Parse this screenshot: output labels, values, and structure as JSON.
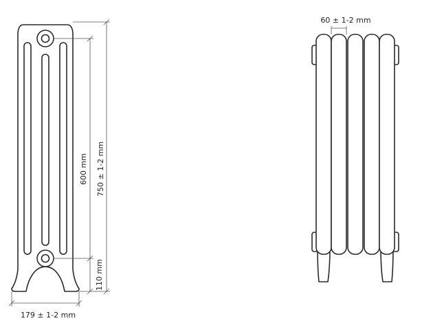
{
  "dimensions": {
    "width": "179 ± 1-2 mm",
    "height_total": "750 ± 1-2 mm",
    "axis_distance": "600 mm",
    "foot_height": "110 mm",
    "section_width": "60 ± 1-2 mm"
  },
  "colors": {
    "line": "#2a2a2a",
    "dimension_line": "#555555",
    "background": "#ffffff"
  }
}
